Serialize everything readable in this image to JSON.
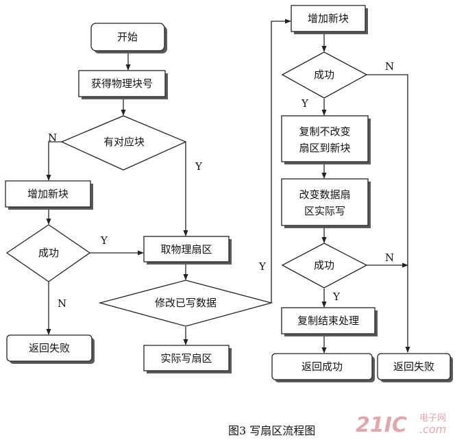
{
  "nodes": {
    "start": "开始",
    "get_block": "获得物理块号",
    "has_block": "有对应块",
    "add_block_left": "增加新块",
    "success_left": "成功",
    "return_fail_left": "返回失败",
    "get_sector": "取物理扇区",
    "modify_data": "修改已写数据",
    "write_sector": "实际写扇区",
    "add_block_right": "增加新块",
    "success_right_top": "成功",
    "copy_unchanged_1": "复制不改变",
    "copy_unchanged_2": "扇区到新块",
    "change_data_1": "改变数据扇",
    "change_data_2": "区实际写",
    "success_right_mid": "成功",
    "copy_end": "复制结束处理",
    "return_success": "返回成功",
    "return_fail_right": "返回失败"
  },
  "branches": {
    "has_block_no": "N",
    "has_block_yes": "Y",
    "success_left_yes": "Y",
    "success_left_no": "N",
    "modify_yes": "Y",
    "success_top_yes": "Y",
    "success_top_no": "N",
    "success_mid_no": "N",
    "success_mid_yes": "Y"
  },
  "caption": "图3  写扇区流程图",
  "watermark": {
    "logo": "21IC",
    "site_cn": "电子网",
    "site_en": ".com"
  }
}
